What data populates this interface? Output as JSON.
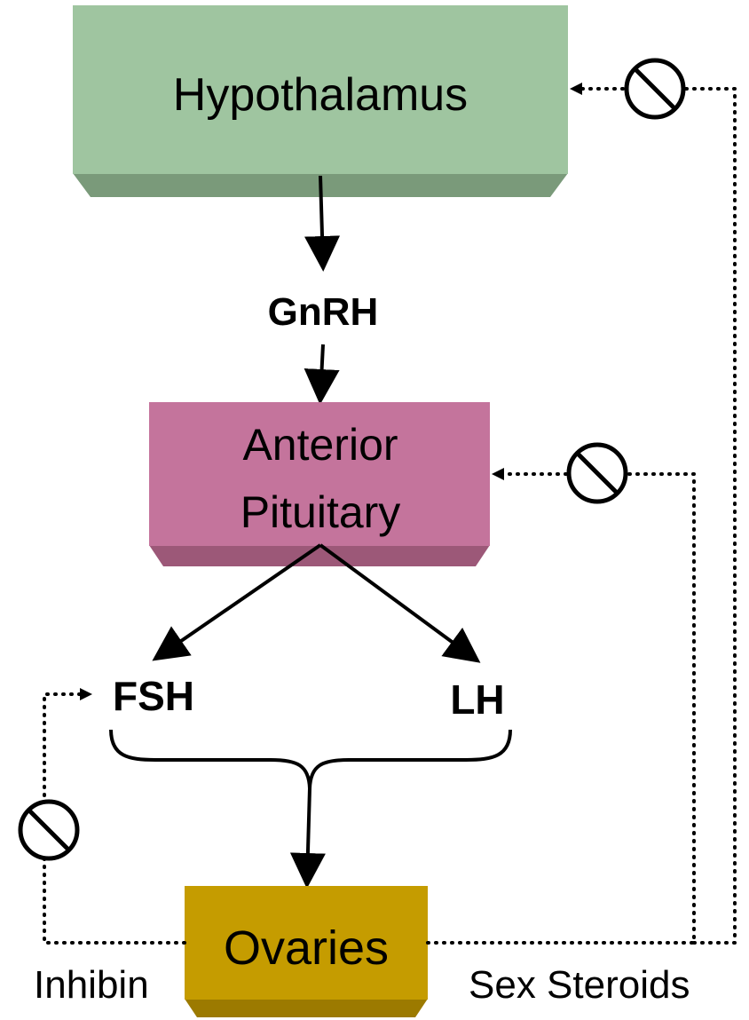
{
  "nodes": {
    "hypothalamus": {
      "label": "Hypothalamus",
      "color": "#9fc5a0",
      "shade": "#7a9a7a"
    },
    "anterior_pituitary": {
      "line1": "Anterior",
      "line2": "Pituitary",
      "color": "#c4749c",
      "shade": "#9c5878"
    },
    "ovaries": {
      "label": "Ovaries",
      "color": "#c59c00",
      "shade": "#9c7a00"
    }
  },
  "hormones": {
    "gnrh": "GnRH",
    "fsh": "FSH",
    "lh": "LH"
  },
  "feedback": {
    "inhibin": "Inhibin",
    "sex_steroids": "Sex Steroids"
  },
  "icons": {
    "inhibit": "prohibition-icon"
  }
}
